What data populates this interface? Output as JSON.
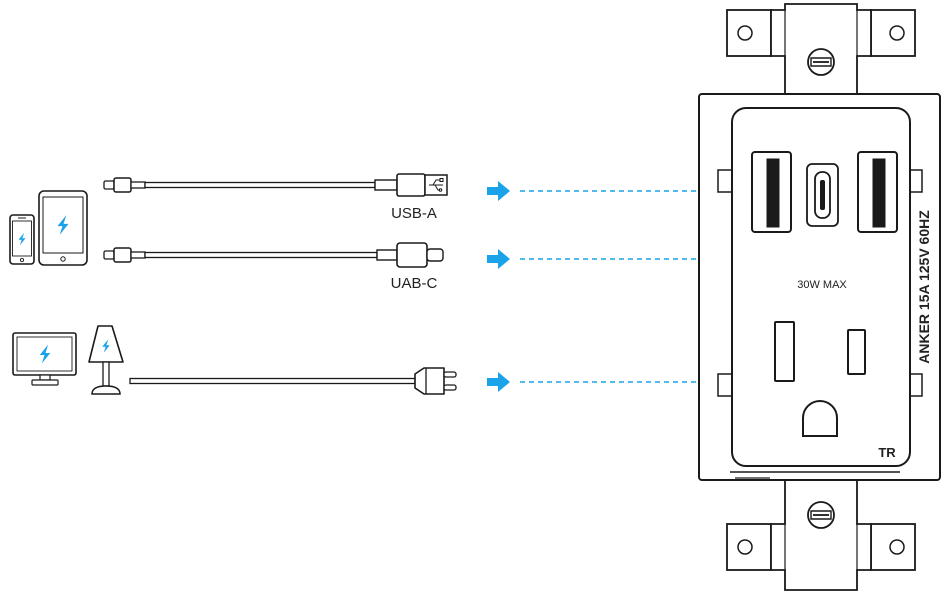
{
  "labels": {
    "usb_a": "USB-A",
    "usb_c": "UAB-C",
    "max_power": "30W MAX",
    "rating": "ANKER 15A 125V 60HZ",
    "tamper_resistant": "TR"
  },
  "colors": {
    "accent": "#1aa3e8",
    "stroke": "#1a1a1a",
    "background": "#ffffff"
  },
  "icons": {
    "devices_group_1": [
      "phone-icon",
      "tablet-icon"
    ],
    "devices_group_2": [
      "monitor-icon",
      "lamp-icon"
    ],
    "cables": [
      "usb-a-cable",
      "usb-c-cable",
      "power-plug"
    ],
    "arrows": [
      "arrow-right-icon",
      "arrow-right-icon",
      "arrow-right-icon"
    ]
  }
}
